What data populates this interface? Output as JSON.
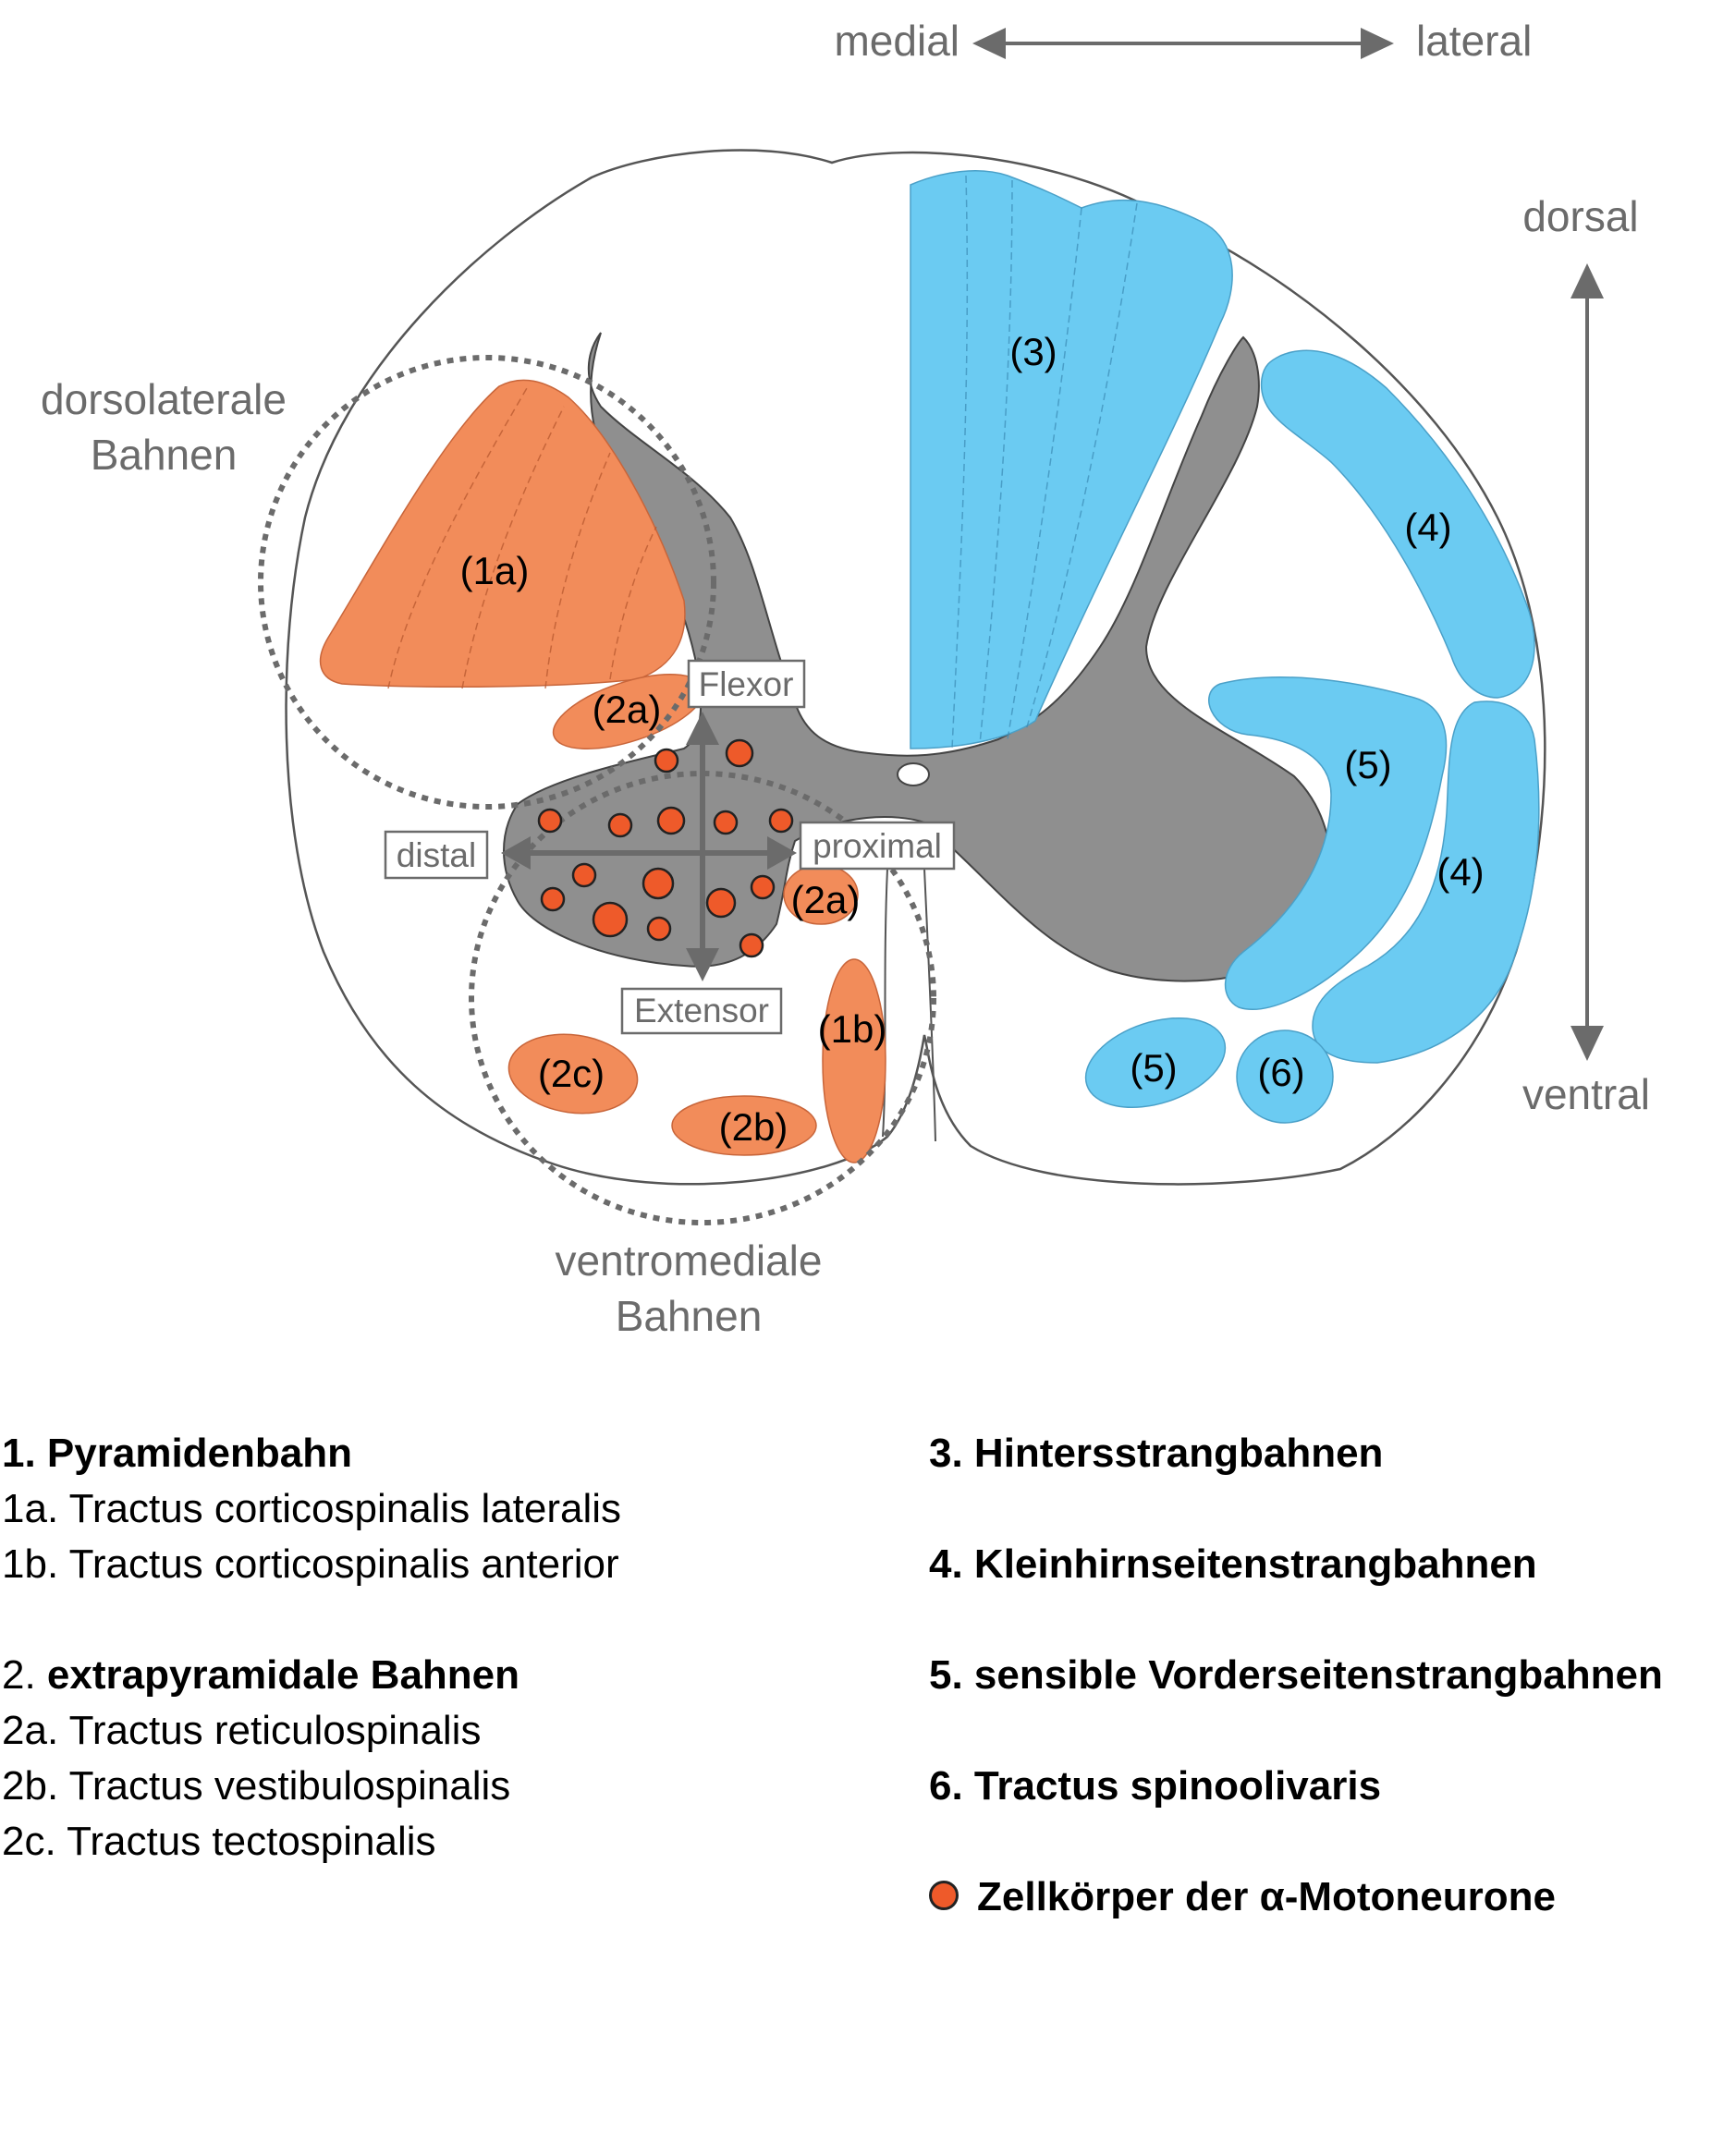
{
  "orientation": {
    "medial": "medial",
    "lateral": "lateral",
    "dorsal": "dorsal",
    "ventral": "ventral"
  },
  "regions": {
    "dorsolateral_line1": "dorsolaterale",
    "dorsolateral_line2": "Bahnen",
    "ventromedial_line1": "ventromediale",
    "ventromedial_line2": "Bahnen"
  },
  "motor_axes": {
    "flexor": "Flexor",
    "extensor": "Extensor",
    "distal": "distal",
    "proximal": "proximal"
  },
  "tract_labels": {
    "t1a": "(1a)",
    "t1b": "(1b)",
    "t2a_upper": "(2a)",
    "t2a_lower": "(2a)",
    "t2b": "(2b)",
    "t2c": "(2c)",
    "t3": "(3)",
    "t4_upper": "(4)",
    "t4_lower": "(4)",
    "t5_upper": "(5)",
    "t5_lower": "(5)",
    "t6": "(6)"
  },
  "legend": {
    "group1_title": "1. Pyramidenbahn",
    "item1a": "1a. Tractus corticospinalis lateralis",
    "item1b": "1b. Tractus corticospinalis anterior",
    "group2_prefix": "2. ",
    "group2_title": "extrapyramidale Bahnen",
    "item2a": "2a. Tractus reticulospinalis",
    "item2b": "2b. Tractus vestibulospinalis",
    "item2c": "2c. Tractus tectospinalis",
    "group3": "3. Hintersstrangbahnen",
    "group4": "4. Kleinhirnseitenstrangbahnen",
    "group5": "5. sensible Vorderseitenstrangbahnen",
    "group6": "6. Tractus spinoolivaris",
    "motoneuron": "Zellkörper der α-Motoneurone"
  },
  "colors": {
    "orange_tract": "#f28c5a",
    "motoneuron": "#ee5a2a",
    "blue_tract": "#6bcbf2",
    "grey_matter": "#8f8f8f",
    "annotation_grey": "#6b6b6b"
  }
}
